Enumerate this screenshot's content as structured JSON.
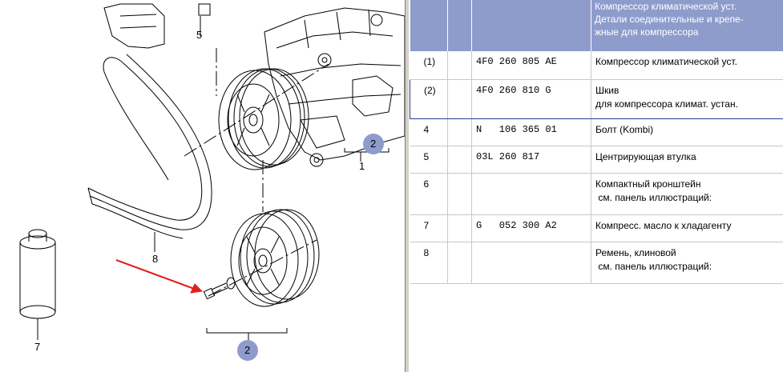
{
  "diagram": {
    "callouts": {
      "c5": "5",
      "c1": "1",
      "c8": "8",
      "c7": "7",
      "c2a": "2",
      "c2b": "2"
    }
  },
  "parts_table": {
    "header_desc": [
      "Компрессор климатической уст.",
      "Детали соединительные и крепе-",
      "жные для компрессора"
    ],
    "rows": [
      {
        "pos": "(1)",
        "part": "4F0 260 805 AE",
        "desc": [
          "Компрессор климатической уст."
        ]
      },
      {
        "pos": "(2)",
        "part": "4F0 260 810 G",
        "desc": [
          "Шкив",
          "для компрессора климат. устан."
        ]
      },
      {
        "pos": "4",
        "part": "N   106 365 01",
        "desc": [
          "Болт (Kombi)"
        ]
      },
      {
        "pos": "5",
        "part": "03L 260 817",
        "desc": [
          "Центрирующая втулка"
        ]
      },
      {
        "pos": "6",
        "part": "",
        "desc": [
          "Компактный кронштейн",
          " см. панель иллюстраций:"
        ]
      },
      {
        "pos": "7",
        "part": "G   052 300 A2",
        "desc": [
          "Компресс. масло к хладагенту"
        ]
      },
      {
        "pos": "8",
        "part": "",
        "desc": [
          "Ремень, клиновой",
          " см. панель иллюстраций:"
        ]
      }
    ],
    "selected_row": 1
  },
  "colors": {
    "header_bg": "#8e9ccc",
    "selection_border": "#1f3f8f",
    "callout_fill": "#8e9ccc",
    "arrow": "#e02020"
  }
}
